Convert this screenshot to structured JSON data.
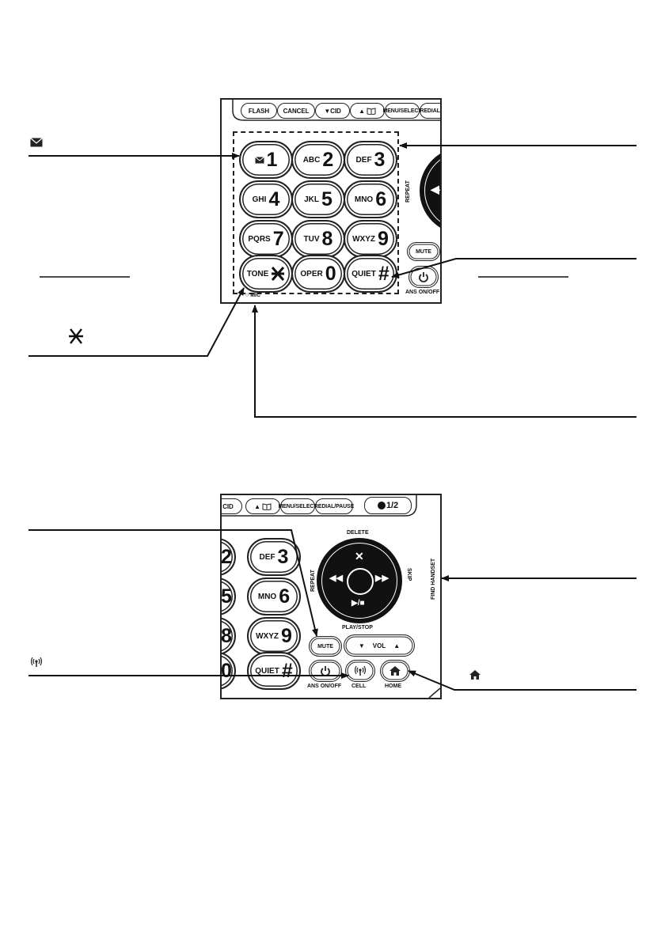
{
  "top_panel": {
    "soft_keys": [
      "FLASH",
      "CANCEL",
      "▼CID",
      "▲",
      "MENU/SELECT",
      "REDIAL/PAU"
    ],
    "keypad": [
      {
        "letters": "",
        "digit": "1",
        "icon": "voicemail-envelope-icon"
      },
      {
        "letters": "ABC",
        "digit": "2"
      },
      {
        "letters": "DEF",
        "digit": "3"
      },
      {
        "letters": "GHI",
        "digit": "4"
      },
      {
        "letters": "JKL",
        "digit": "5"
      },
      {
        "letters": "MNO",
        "digit": "6"
      },
      {
        "letters": "PQRS",
        "digit": "7"
      },
      {
        "letters": "TUV",
        "digit": "8"
      },
      {
        "letters": "WXYZ",
        "digit": "9"
      },
      {
        "letters": "TONE",
        "digit": "*"
      },
      {
        "letters": "OPER",
        "digit": "0"
      },
      {
        "letters": "QUIET",
        "digit": "#"
      }
    ],
    "mic_label": "MIC",
    "repeat_label": "REPEAT",
    "mute_label": "MUTE",
    "ans_label": "ANS ON/OFF"
  },
  "bottom_panel": {
    "soft_keys": [
      "CID",
      "▲",
      "MENU/SELECT",
      "REDIAL/PAUSE",
      "1/2"
    ],
    "partial_keys": [
      {
        "letters": "",
        "digit": "2"
      },
      {
        "letters": "",
        "digit": "5"
      },
      {
        "letters": "",
        "digit": "8"
      },
      {
        "letters": "",
        "digit": "0"
      }
    ],
    "keys": [
      {
        "letters": "DEF",
        "digit": "3"
      },
      {
        "letters": "MNO",
        "digit": "6"
      },
      {
        "letters": "WXYZ",
        "digit": "9"
      },
      {
        "letters": "QUIET",
        "digit": "#"
      }
    ],
    "nav": {
      "delete": "DELETE",
      "repeat": "REPEAT",
      "skip": "SKIP",
      "play_stop": "PLAY/STOP",
      "find_handset": "FIND HANDSET"
    },
    "mute_label": "MUTE",
    "vol_label": "VOL",
    "ans_label": "ANS ON/OFF",
    "cell_label": "CELL",
    "home_label": "HOME"
  },
  "callout_icons": {
    "voicemail": "voicemail-envelope-icon",
    "tone_star": "star-key-icon",
    "cell": "cell-signal-icon",
    "home": "home-icon"
  }
}
